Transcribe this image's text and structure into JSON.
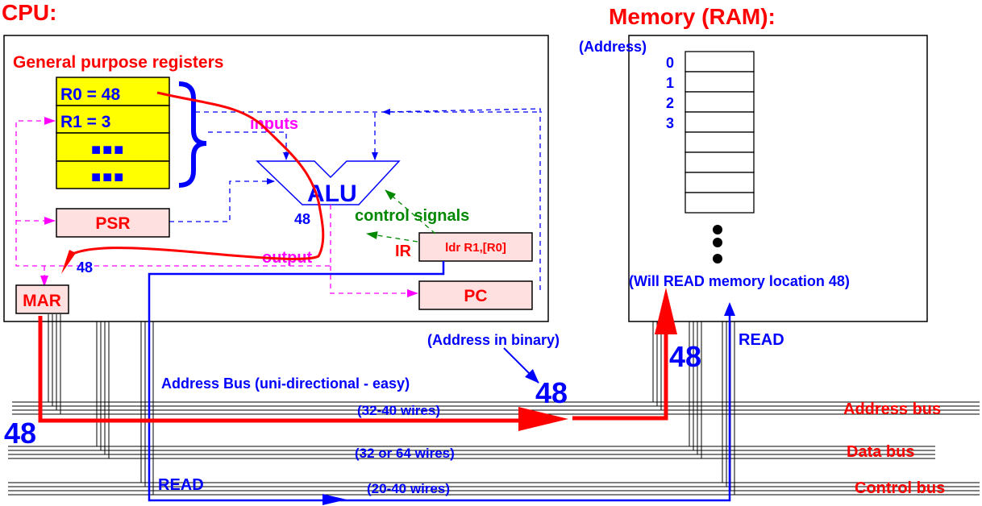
{
  "titles": {
    "cpu": "CPU:",
    "memory": "Memory (RAM):"
  },
  "cpu": {
    "gp_registers_label": "General purpose registers",
    "registers": [
      {
        "label": "R0 = 48"
      },
      {
        "label": "R1 = 3"
      },
      {
        "label": "■■■"
      },
      {
        "label": "■■■"
      }
    ],
    "psr": "PSR",
    "mar": "MAR",
    "pc": "PC",
    "ir_label": "IR",
    "ir_value": "ldr R1,[R0]",
    "alu": "ALU",
    "alu_output_value": "48",
    "mar_input_value": "48",
    "inputs_label": "inputs",
    "output_label": "output",
    "control_signals_label": "control signals"
  },
  "memory": {
    "address_header": "(Address)",
    "addresses": [
      "0",
      "1",
      "2",
      "3"
    ],
    "cell_count": 8,
    "ellipsis": "•••",
    "read_note": "(Will READ memory location 48)",
    "incoming_value": "48",
    "read_signal": "READ"
  },
  "buses": {
    "address_bus_desc": "Address Bus (uni-directional - easy)",
    "address_bus_wires": "(32-40 wires)",
    "data_bus_wires": "(32 or 64 wires)",
    "control_bus_wires": "(20-40 wires)",
    "address_in_binary": "(Address in binary)",
    "address_value_on_bus": "48",
    "left_value": "48",
    "control_read": "READ",
    "labels": {
      "address": "Address bus",
      "data": "Data bus",
      "control": "Control bus"
    }
  },
  "colors": {
    "title_red": "#ff0000",
    "text_blue": "#0000ff",
    "magenta": "#ff00ff",
    "green": "#008800",
    "register_yellow": "#ffff00",
    "register_pink": "#ffe0e0"
  }
}
